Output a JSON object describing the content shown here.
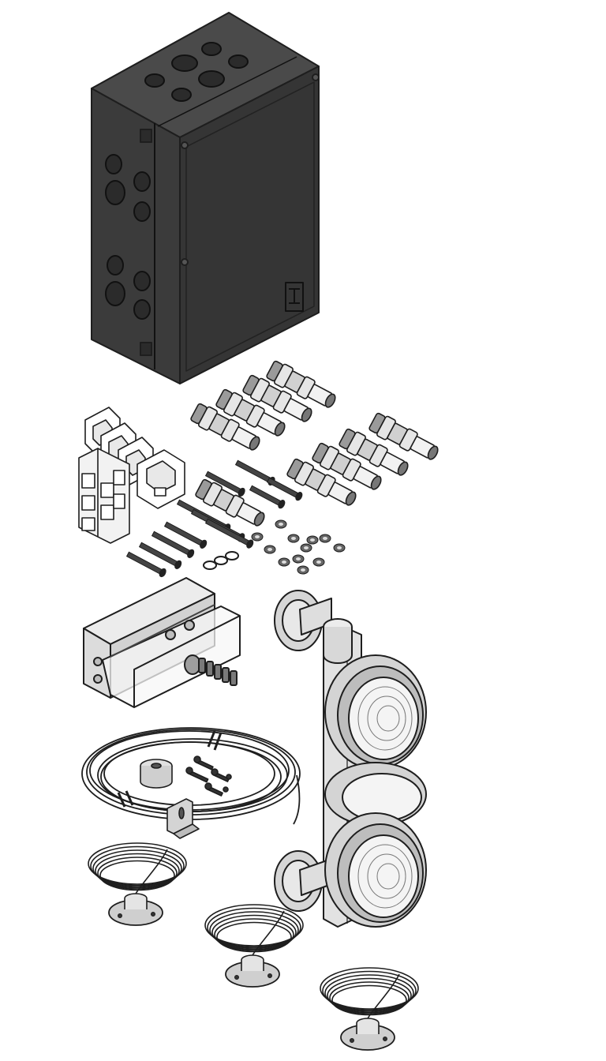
{
  "figure": {
    "kind": "exploded parts illustration",
    "background_color": "#ffffff",
    "line_color": "#1e1e1e",
    "enclosure_color": "#3b3b3b",
    "light_grey": "#d9d9d9",
    "mid_grey": "#bdbdbd",
    "text_labels": []
  },
  "parts": [
    {
      "name": "control-box-enclosure",
      "shade": "dark"
    },
    {
      "name": "cable-gland-set",
      "count": 9
    },
    {
      "name": "terminal-block-set",
      "count": 4
    },
    {
      "name": "screw-set"
    },
    {
      "name": "junction-box-with-gland"
    },
    {
      "name": "cable-coil"
    },
    {
      "name": "mounting-bracket-kit"
    },
    {
      "name": "traffic-light-two-lamp"
    },
    {
      "name": "loop-sensor-puck",
      "count": 3
    }
  ]
}
